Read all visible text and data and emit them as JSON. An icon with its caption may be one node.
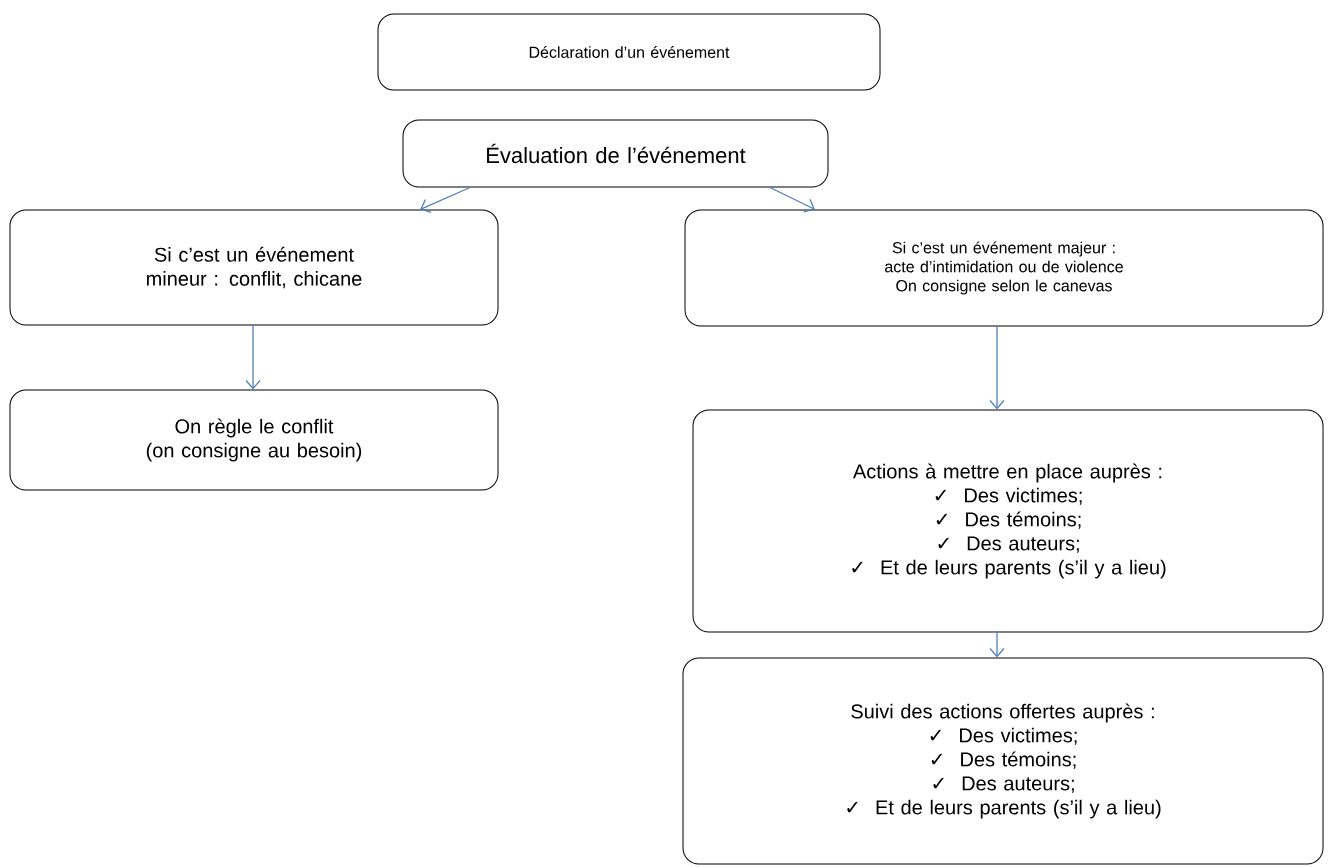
{
  "diagram": {
    "nodes": [
      {
        "text": [
          "Déclaration d’un événement"
        ]
      },
      {
        "text": [
          "Évaluation de l’événement"
        ]
      },
      {
        "text": [
          "Si c’est un événement mineur : conflit, chicane"
        ]
      },
      {
        "text": [
          "Si c’est un événement majeur : acte d’intimidation ou de violence",
          "On consigne selon le canevas"
        ]
      },
      {
        "text": [
          "On règle le conflit",
          "(on consigne au besoin)"
        ]
      },
      {
        "text": [
          "Actions à mettre en place auprès :",
          "Des victimes;",
          "Des témoins;",
          "Des auteurs;",
          "Et de leurs parents (s’il y a lieu)"
        ]
      },
      {
        "text": [
          "Suivi des actions offertes auprès :",
          "Des victimes;",
          "Des témoins;",
          "Des auteurs;",
          "Et de leurs parents (s’il y a lieu)"
        ]
      }
    ],
    "edges": [
      {
        "from": 1,
        "to": 2,
        "arrow": "to"
      },
      {
        "from": 1,
        "to": 3,
        "arrow": "to"
      },
      {
        "from": 2,
        "to": 4,
        "arrow": "to"
      },
      {
        "from": 3,
        "to": 5,
        "arrow": "to"
      },
      {
        "from": 5,
        "to": 6,
        "arrow": "to"
      }
    ],
    "labels": [
      "✓",
      "✓",
      "✓",
      "✓",
      "✓",
      "✓",
      "✓",
      "✓"
    ]
  }
}
